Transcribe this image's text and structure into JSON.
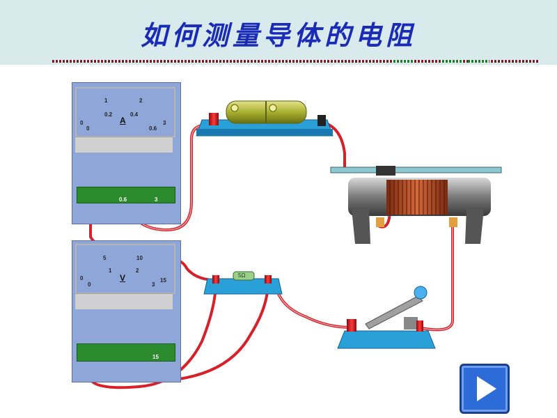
{
  "slide": {
    "title": "如何测量导体的电阻"
  },
  "ammeter": {
    "unit": "A",
    "upper_scale": [
      "0",
      "1",
      "2",
      "3"
    ],
    "lower_scale": [
      "0",
      "0.2",
      "0.4",
      "0.6"
    ],
    "terminals": [
      "0.6",
      "3"
    ]
  },
  "voltmeter": {
    "unit": "V",
    "upper_scale": [
      "0",
      "5",
      "10",
      "15"
    ],
    "lower_scale": [
      "0",
      "1",
      "2",
      "3"
    ],
    "terminals": [
      "15"
    ]
  },
  "resistor": {
    "label": "5Ω"
  },
  "controls": {
    "play_icon": "play-icon"
  },
  "colors": {
    "title": "#1a2bb8",
    "header_bg": "#d8eaec",
    "wire": "#d8202a",
    "play_button": "#2c6bd8"
  }
}
